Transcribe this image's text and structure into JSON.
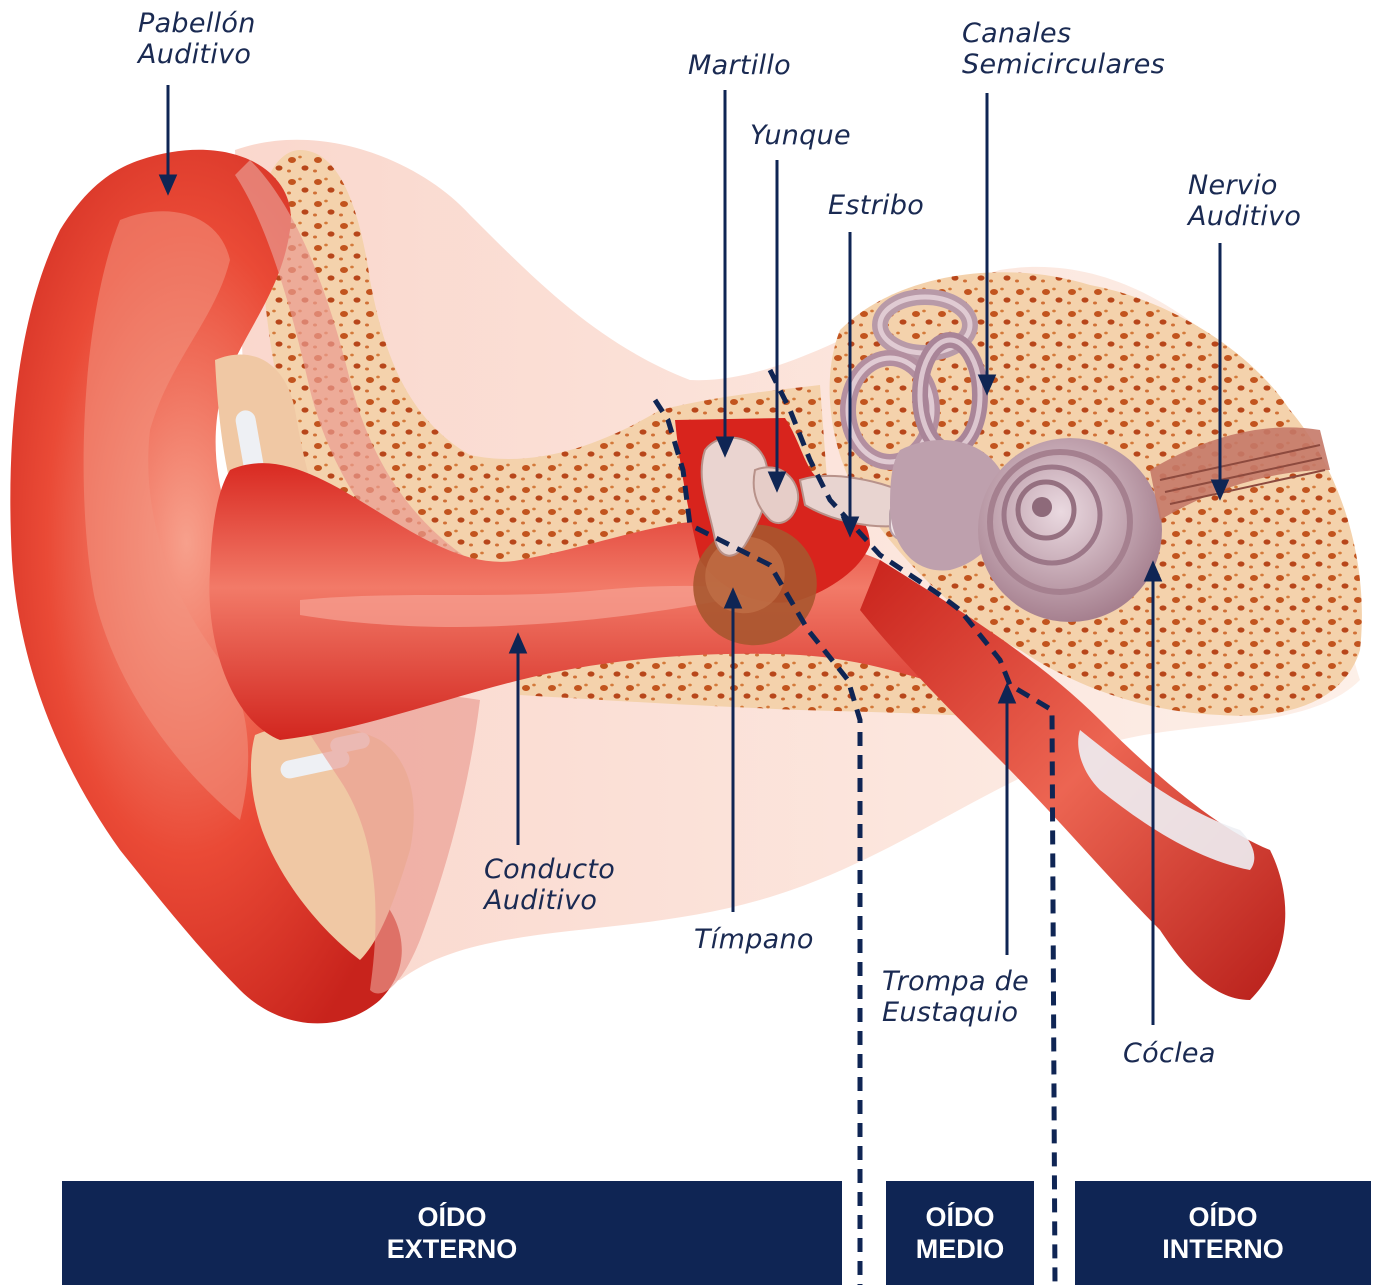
{
  "colors": {
    "navy": "#0f2554",
    "label": "#1a2a52",
    "band_text": "#ffffff",
    "flesh_red": "#e2352a",
    "flesh_dark": "#b81f1a",
    "flesh_light": "#f48a78",
    "bone": "#f5d7b4",
    "bone_pore": "#c2541e",
    "cartilage": "#f0c8a4",
    "inner_ear": "#b89aa8",
    "inner_ear_light": "#d9c3cd",
    "background": "#ffffff"
  },
  "labels": {
    "pabellon": [
      "Pabellón",
      "Auditivo"
    ],
    "martillo": [
      "Martillo"
    ],
    "yunque": [
      "Yunque"
    ],
    "estribo": [
      "Estribo"
    ],
    "canales": [
      "Canales",
      "Semicirculares"
    ],
    "nervio": [
      "Nervio",
      "Auditivo"
    ],
    "conducto": [
      "Conducto",
      "Auditivo"
    ],
    "timpano": [
      "Tímpano"
    ],
    "trompa": [
      "Trompa de",
      "Eustaquio"
    ],
    "coclea": [
      "Cóclea"
    ]
  },
  "sections": {
    "externo": [
      "OÍDO",
      "EXTERNO"
    ],
    "medio": [
      "OÍDO",
      "MEDIO"
    ],
    "interno": [
      "OÍDO",
      "INTERNO"
    ]
  },
  "icons": [
    "arrow-down-icon",
    "arrow-up-icon",
    "dashed-boundary-icon"
  ]
}
